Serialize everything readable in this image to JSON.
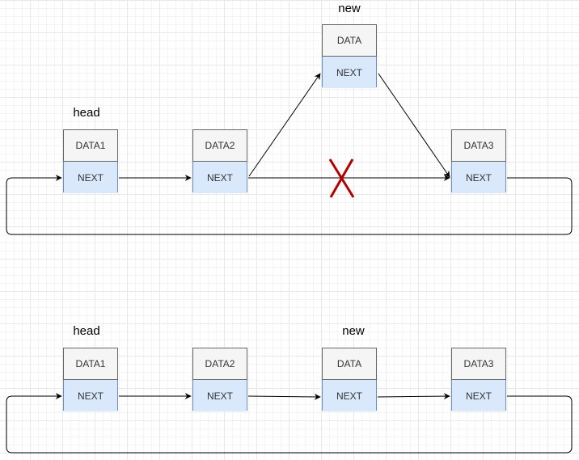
{
  "top": {
    "head_label": "head",
    "new_label": "new",
    "nodes": [
      {
        "data": "DATA1",
        "next": "NEXT"
      },
      {
        "data": "DATA2",
        "next": "NEXT"
      },
      {
        "data": "DATA",
        "next": "NEXT"
      },
      {
        "data": "DATA3",
        "next": "NEXT"
      }
    ]
  },
  "bottom": {
    "head_label": "head",
    "new_label": "new",
    "nodes": [
      {
        "data": "DATA1",
        "next": "NEXT"
      },
      {
        "data": "DATA2",
        "next": "NEXT"
      },
      {
        "data": "DATA",
        "next": "NEXT"
      },
      {
        "data": "DATA3",
        "next": "NEXT"
      }
    ]
  },
  "colors": {
    "data_fill": "#f5f5f5",
    "next_fill": "#dae8fc",
    "next_border": "#6c8ebf",
    "cross": "#b20000"
  }
}
